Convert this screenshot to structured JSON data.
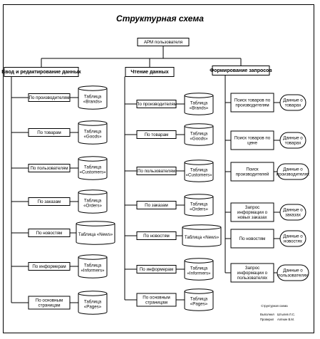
{
  "title": "Структурная схема",
  "root": "АРМ пользователя",
  "sections": [
    {
      "header": "Ввод и редактирование данных",
      "items": [
        {
          "label": [
            "По производителям"
          ],
          "target": [
            "Таблица",
            "«Brands»"
          ]
        },
        {
          "label": [
            "По товарам"
          ],
          "target": [
            "Таблица",
            "«Goods»"
          ]
        },
        {
          "label": [
            "По пользователям"
          ],
          "target": [
            "Таблица",
            "«Customers»"
          ]
        },
        {
          "label": [
            "По заказам"
          ],
          "target": [
            "Таблица",
            "«Orders»"
          ]
        },
        {
          "label": [
            "По новостям"
          ],
          "target": [
            "Таблица «News»"
          ]
        },
        {
          "label": [
            "По информерам"
          ],
          "target": [
            "Таблица",
            "«Informers»"
          ]
        },
        {
          "label": [
            "По основным",
            "страницам"
          ],
          "target": [
            "Таблица",
            "«Pages»"
          ]
        }
      ]
    },
    {
      "header": "Чтение данных",
      "items": [
        {
          "label": [
            "По производителям"
          ],
          "target": [
            "Таблица",
            "«Brands»"
          ]
        },
        {
          "label": [
            "По товарам"
          ],
          "target": [
            "Таблица",
            "«Goods»"
          ]
        },
        {
          "label": [
            "По пользователям"
          ],
          "target": [
            "Таблица",
            "«Customers»"
          ]
        },
        {
          "label": [
            "По заказам"
          ],
          "target": [
            "Таблица",
            "«Orders»"
          ]
        },
        {
          "label": [
            "По новостям"
          ],
          "target": [
            "Таблица «News»"
          ]
        },
        {
          "label": [
            "По информерам"
          ],
          "target": [
            "Таблица",
            "«Informers»"
          ]
        },
        {
          "label": [
            "По основным",
            "страницам"
          ],
          "target": [
            "Таблица",
            "«Pages»"
          ]
        }
      ]
    },
    {
      "header": "Формирование запросов",
      "items": [
        {
          "label": [
            "Поиск товаров по",
            "производителям"
          ],
          "target": [
            "Данные о",
            "товарах"
          ]
        },
        {
          "label": [
            "Поиск товаров по",
            "цене"
          ],
          "target": [
            "Данные о",
            "товарах"
          ]
        },
        {
          "label": [
            "Поиск",
            "производителей"
          ],
          "target": [
            "Данные о",
            "производителях"
          ]
        },
        {
          "label": [
            "Запрос",
            "информации о",
            "новых заказах"
          ],
          "target": [
            "Данные о",
            "заказах"
          ]
        },
        {
          "label": [
            "По новостям"
          ],
          "target": [
            "Данные о",
            "новостях"
          ]
        },
        {
          "label": [
            "Запрос",
            "информации о",
            "пользователях"
          ],
          "target": [
            "Данные о",
            "пользователях"
          ]
        }
      ]
    }
  ],
  "footer": {
    "caption": "Структурная схема",
    "rows": [
      {
        "role": "Выполнил",
        "name": "Штылев Л.С."
      },
      {
        "role": "Проверил",
        "name": "Алёхин В.М."
      }
    ]
  }
}
